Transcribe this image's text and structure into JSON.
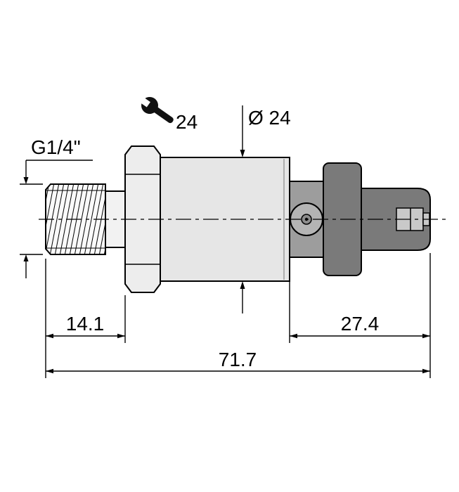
{
  "labels": {
    "thread_size": "G1/4\"",
    "wrench_size": "24",
    "body_diameter": "Ø 24",
    "thread_length": "14.1",
    "connector_length": "27.4",
    "total_length": "71.7"
  },
  "colors": {
    "background": "#ffffff",
    "line": "#000000",
    "thread_fill": "#fafafa",
    "neck_fill": "#f2f2f2",
    "hex_fill": "#ededed",
    "body_fill": "#e6e6e6",
    "port_fill": "#9d9d9d",
    "port_circle": "#b4b4b4",
    "port_pin": "#8c8c8c",
    "connector_fill": "#7a7a7a",
    "inset_fill": "#c9c9c9"
  }
}
